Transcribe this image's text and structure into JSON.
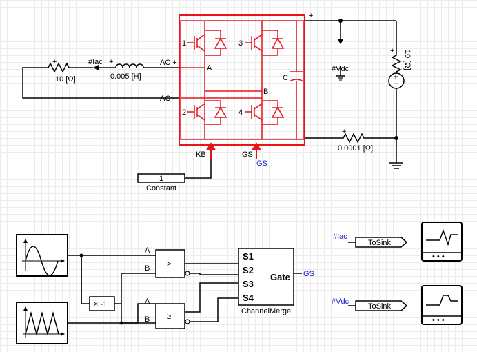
{
  "circuit": {
    "ac_pos_label": "AC +",
    "ac_neg_label": "AC -",
    "node_a": "A",
    "node_b": "B",
    "switch_1": "1",
    "switch_2": "2",
    "switch_3": "3",
    "switch_4": "4",
    "cap_label": "C",
    "dc_pos_sign": "+",
    "dc_neg_sign": "−",
    "kb_label": "KB",
    "gs_label": "GS",
    "gs_signal": "GS",
    "iac_probe": "#Iac",
    "iac_plus": "+",
    "r_ac_value": "10 [Ω]",
    "r_ac_plus": "+",
    "l_ac_value": "0.005 [H]",
    "l_ac_plus": "+",
    "vdc_probe": "#Vdc",
    "r_dc_value": "0.0001 [Ω]",
    "r_dc_plus": "+",
    "r_load_value": "10 [Ω]",
    "r_load_plus": "+",
    "vsrc_plus": "+",
    "vsrc_minus": "−",
    "constant_value": "1",
    "constant_label": "Constant"
  },
  "control": {
    "port_a1": "A",
    "port_b1": "B",
    "port_a2": "A",
    "port_b2": "B",
    "comparator_symbol": "≥",
    "comparator_symbol_2": "≥",
    "gain_label": "× -1",
    "merge_inputs": [
      "S1",
      "S2",
      "S3",
      "S4"
    ],
    "merge_output": "Gate",
    "merge_label": "ChannelMerge",
    "gs_output": "GS"
  },
  "monitors": {
    "iac_tag": "#Iac",
    "iac_block": "ToSink",
    "vdc_tag": "#Vdc",
    "vdc_block": "ToSink",
    "scope_dots": "• • •"
  }
}
